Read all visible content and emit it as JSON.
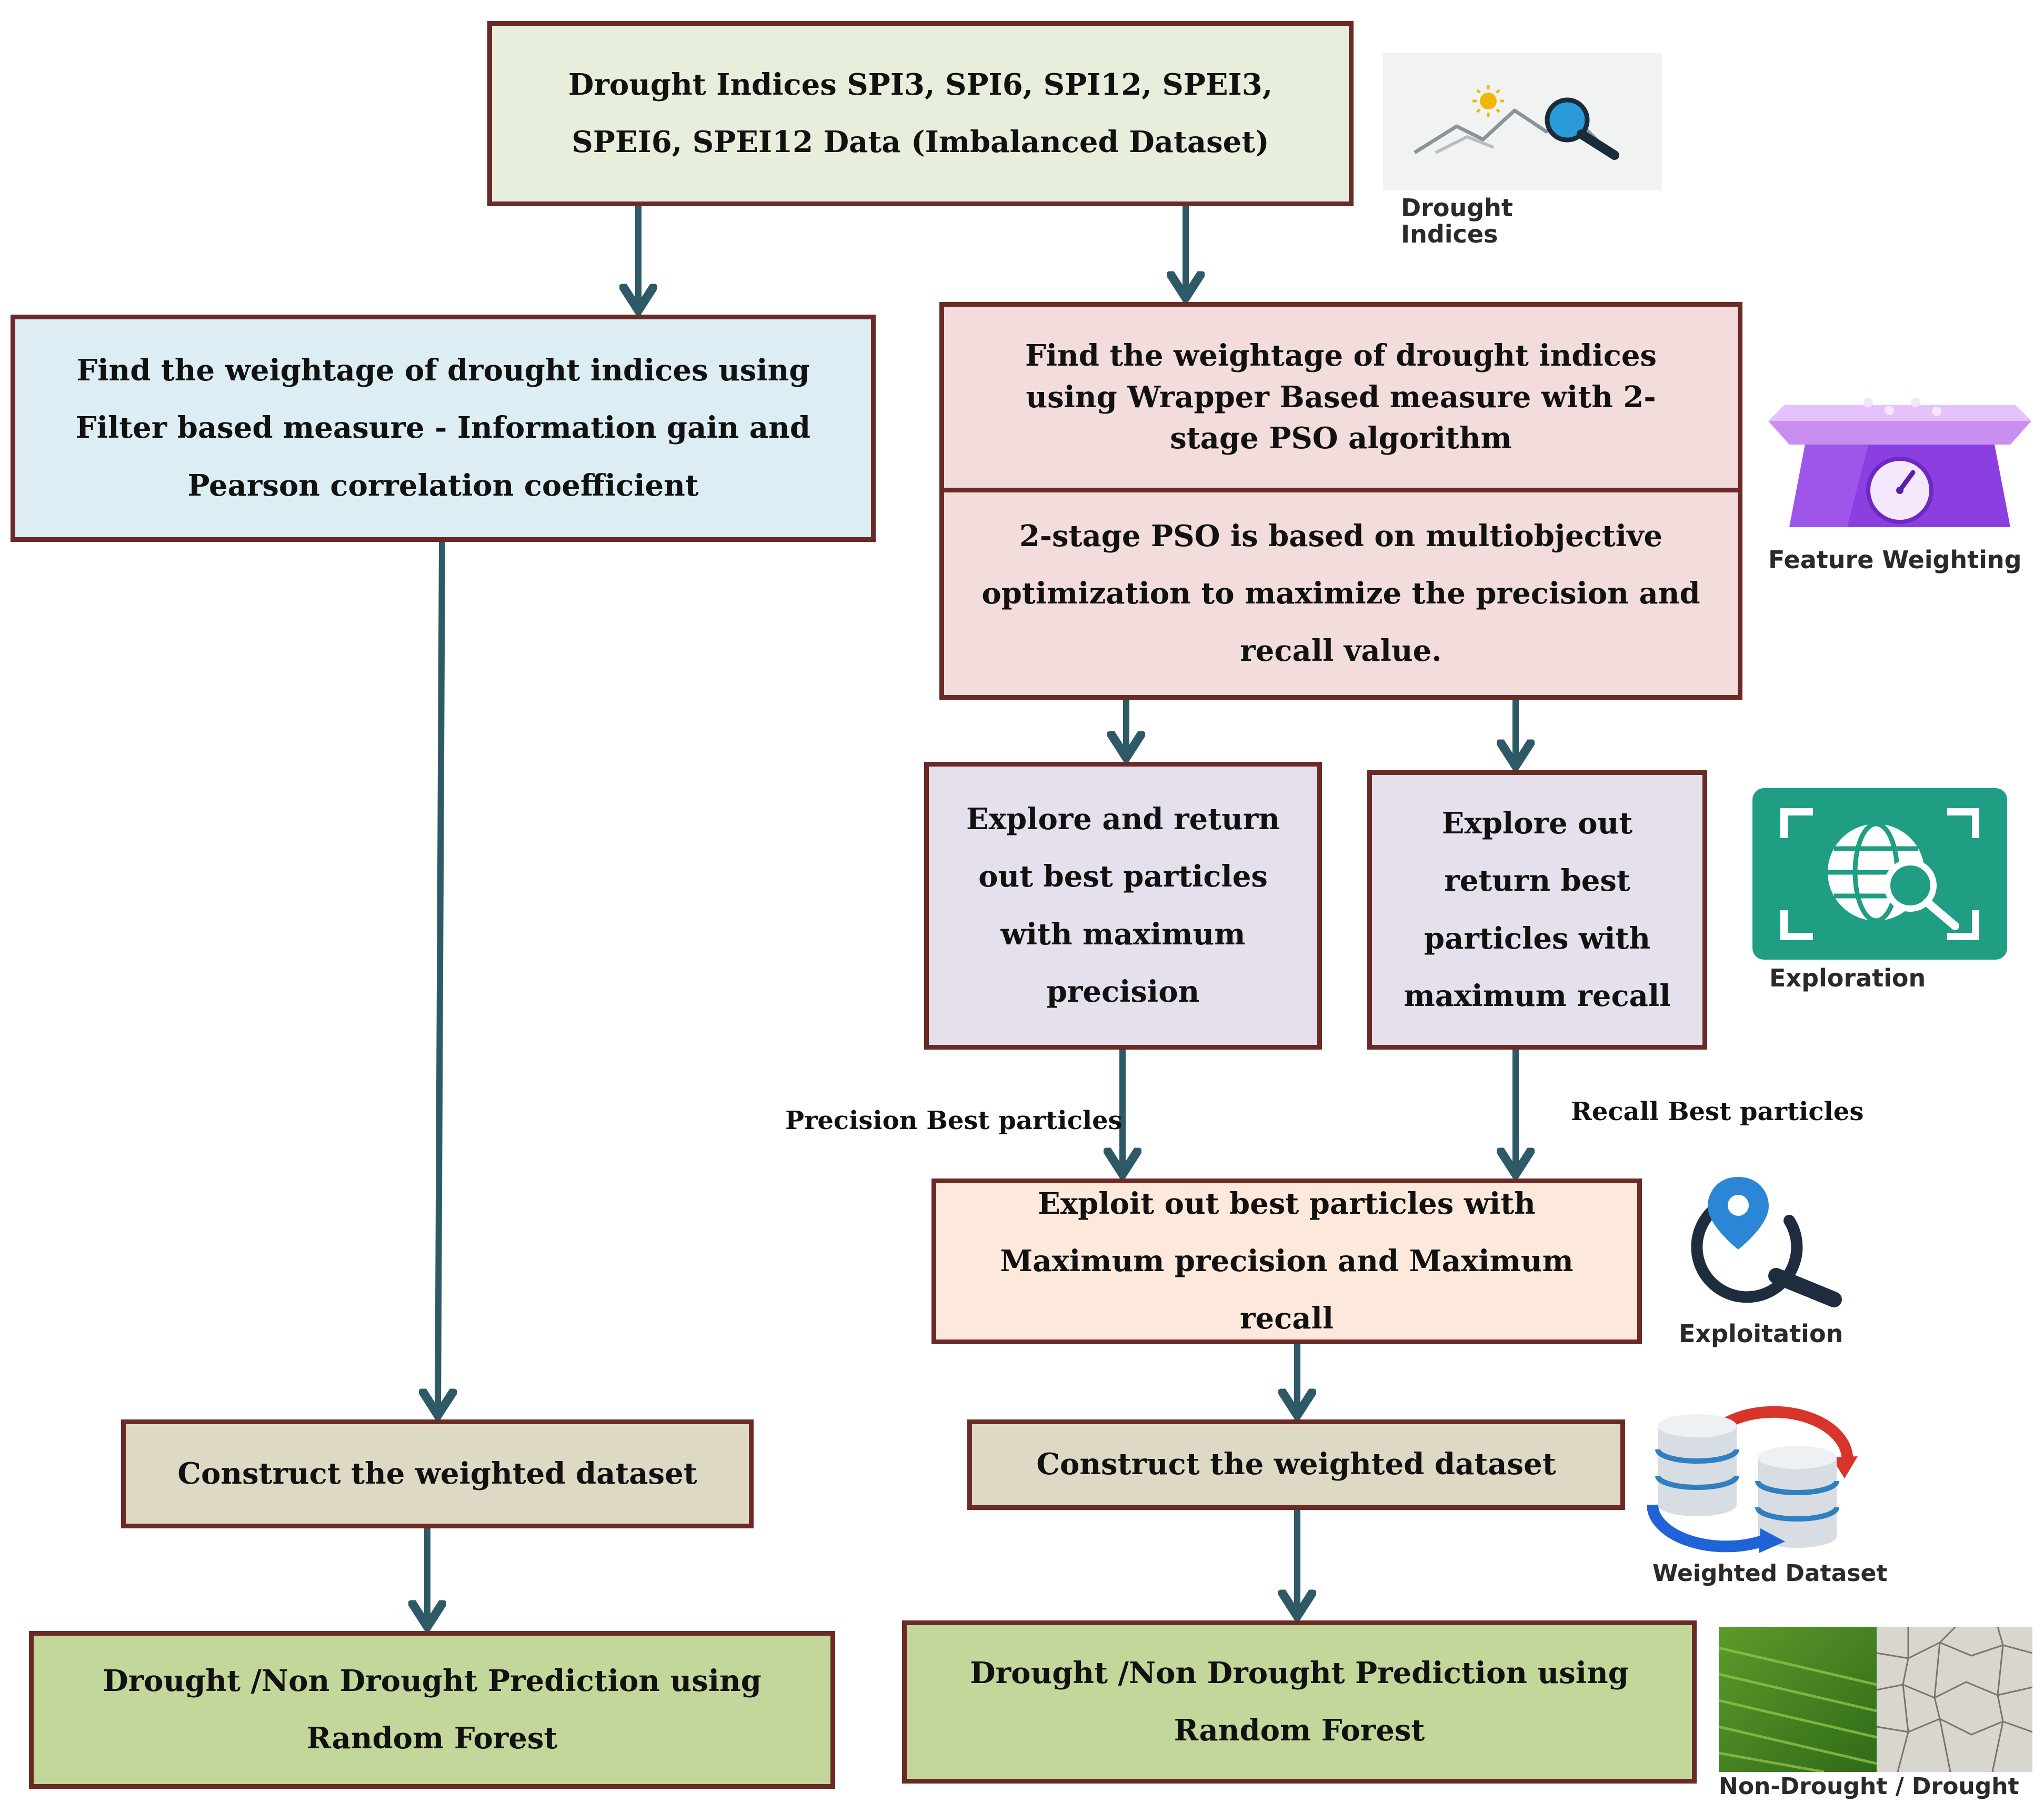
{
  "boxes": {
    "top": "Drought Indices SPI3, SPI6, SPI12, SPEI3, SPEI6, SPEI12 Data (Imbalanced Dataset)",
    "filter": "Find the weightage of drought indices using Filter based measure - Information gain and Pearson correlation coefficient",
    "wrapper": "Find the weightage of drought indices using Wrapper Based measure with 2-stage PSO algorithm",
    "pso": "2-stage PSO is based on multiobjective optimization to maximize the precision and recall value.",
    "explore_precision": "Explore and return out best particles with maximum precision",
    "explore_recall": "Explore out return best particles with maximum recall",
    "exploit": "Exploit out best particles with Maximum precision and Maximum recall",
    "construct_left": "Construct the weighted dataset",
    "construct_right": "Construct the weighted dataset",
    "predict_left": "Drought /Non Drought Prediction using Random Forest",
    "predict_right": "Drought /Non Drought Prediction using Random Forest"
  },
  "edge_labels": {
    "precision": "Precision Best particles",
    "recall": "Recall Best particles"
  },
  "icons": {
    "drought_indices": {
      "name": "drought-indices-icon",
      "caption_line1": "Drought",
      "caption_line2": "Indices"
    },
    "feature_weighting": {
      "name": "scale-icon",
      "caption": "Feature Weighting"
    },
    "exploration": {
      "name": "globe-search-icon",
      "caption": "Exploration"
    },
    "exploitation": {
      "name": "location-search-icon",
      "caption": "Exploitation"
    },
    "weighted_dataset": {
      "name": "database-sync-icon",
      "caption": "Weighted Dataset"
    },
    "non_drought": {
      "name": "grass-cracked-earth-icon",
      "caption": "Non-Drought / Drought"
    }
  },
  "colors": {
    "border": "#6b2a26",
    "arrow": "#2d5a66",
    "top_fill": "#e8eedc",
    "filter_fill": "#dcedf3",
    "wrapper_fill": "#f2dcdc",
    "explore_fill": "#e5e0ec",
    "exploit_fill": "#fde9db",
    "construct_fill": "#ddd9c4",
    "predict_fill": "#c4d79b"
  }
}
